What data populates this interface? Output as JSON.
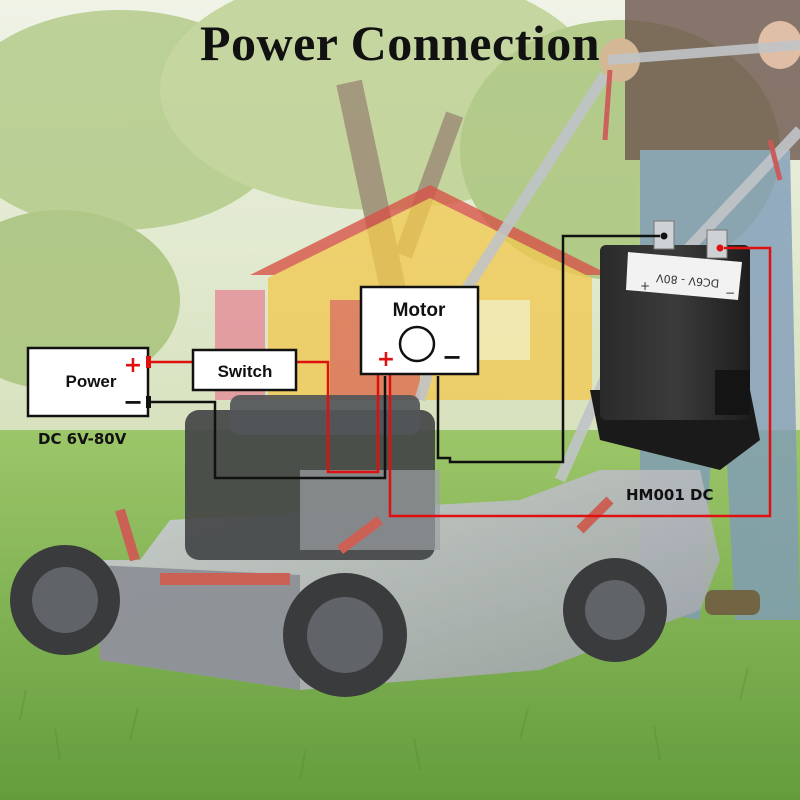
{
  "title": "Power Connection",
  "power_box": {
    "label": "Power",
    "plus": "+",
    "minus": "−",
    "caption": "DC 6V-80V"
  },
  "switch_box": {
    "label": "Switch"
  },
  "motor_box": {
    "label": "Motor",
    "plus": "+",
    "minus": "−"
  },
  "meter": {
    "caption": "HM001 DC",
    "sticker_text": "DC6V - 80V",
    "sticker_plus": "+",
    "sticker_minus": "−"
  },
  "colors": {
    "positive_wire": "#e01010",
    "negative_wire": "#111111",
    "grass": "#5f9e2f",
    "house_red": "#d33a2e",
    "house_yellow": "#f0c23a"
  }
}
